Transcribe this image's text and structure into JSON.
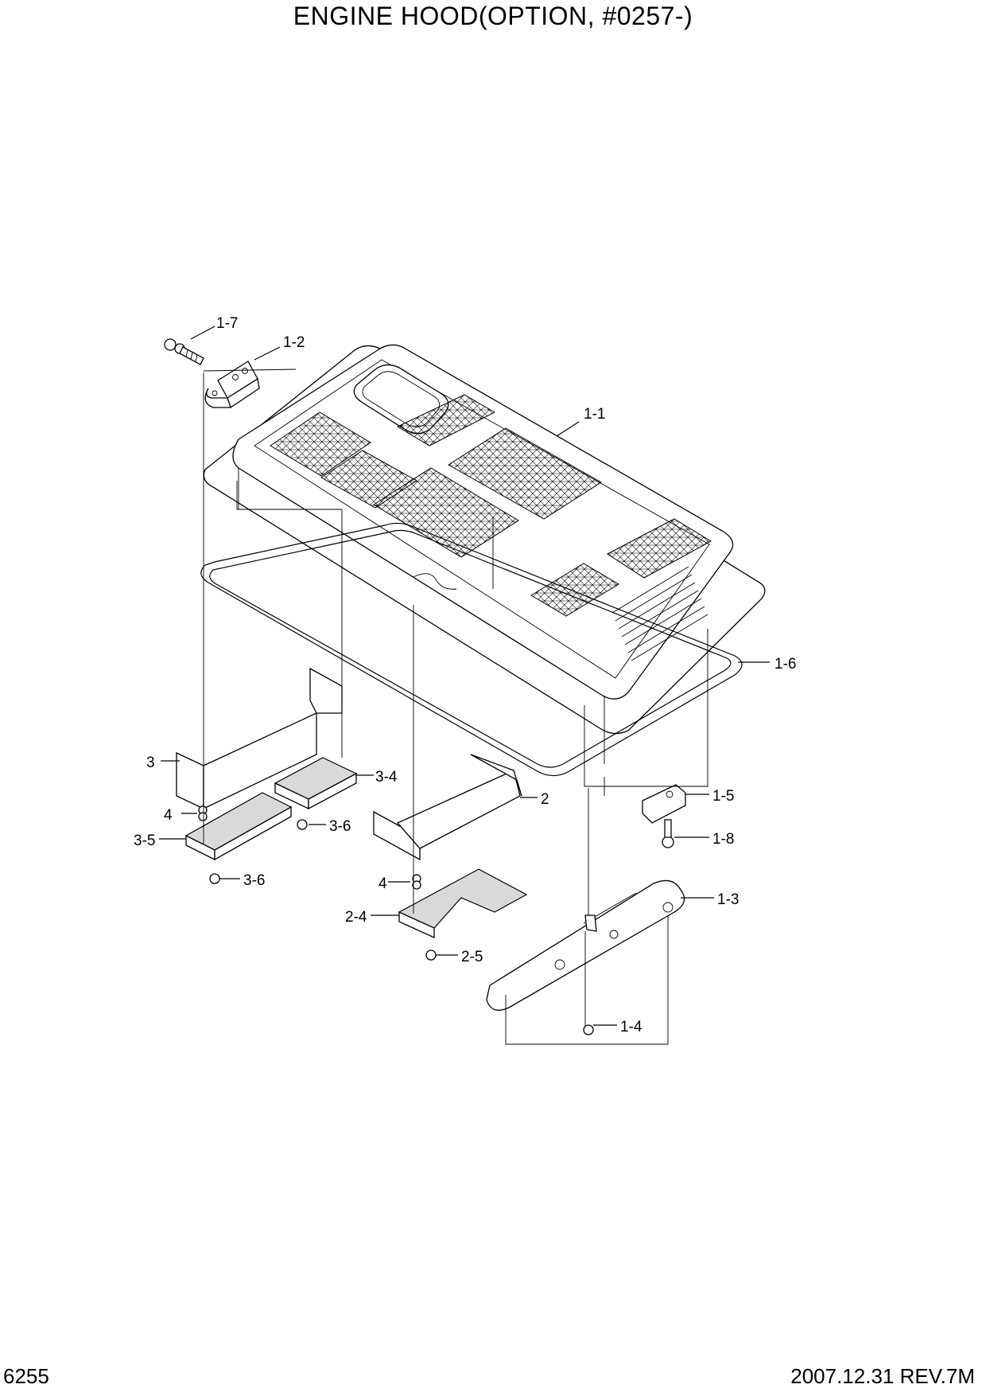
{
  "header": {
    "title": "ENGINE HOOD(OPTION, #0257-)"
  },
  "footer": {
    "page_number": "6255",
    "revision": "2007.12.31  REV.7M"
  },
  "part_labels": {
    "p1_1": "1-1",
    "p1_2": "1-2",
    "p1_3": "1-3",
    "p1_4": "1-4",
    "p1_5": "1-5",
    "p1_6": "1-6",
    "p1_7": "1-7",
    "p1_8": "1-8",
    "p2": "2",
    "p2_4": "2-4",
    "p2_5": "2-5",
    "p3": "3",
    "p3_4": "3-4",
    "p3_5": "3-5",
    "p3_6a": "3-6",
    "p3_6b": "3-6",
    "p4a": "4",
    "p4b": "4"
  }
}
